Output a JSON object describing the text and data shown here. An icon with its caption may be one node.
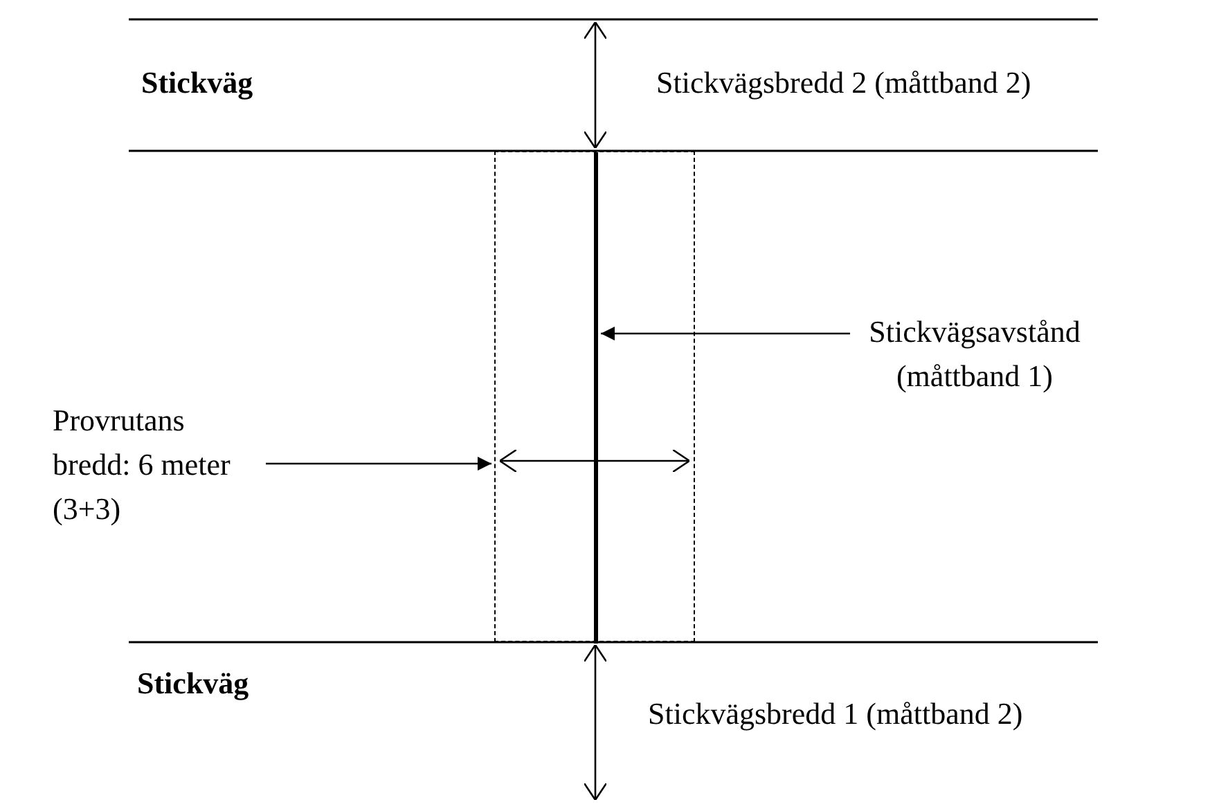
{
  "diagram": {
    "nodes": [
      {
        "text": [],
        "shape": "box"
      },
      {
        "text": [],
        "shape": "line",
        "in": 0
      },
      {
        "text": [
          "Stickvägsavstånd (måttband 1)"
        ]
      },
      {
        "text": [
          "Provrutans bredd: 6 meter (3+3)"
        ]
      }
    ],
    "edges": [
      {
        "from": 2,
        "to": 1,
        "arrow": "to"
      },
      {
        "from": 3,
        "to": 0,
        "arrow": "to"
      }
    ],
    "labels": [
      "Stickväg",
      "Stickvägsbredd 2 (måttband 2)",
      "Stickväg",
      "Stickvägsbredd 1 (måttband 2)"
    ]
  }
}
